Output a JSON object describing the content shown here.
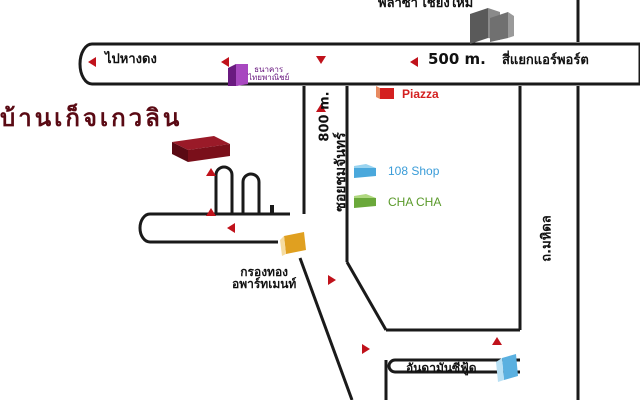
{
  "roads": {
    "to_airport_label": "สี่แยกแอร์พอร์ต",
    "to_airport_distance": "500 m.",
    "to_hangdong_label": "ไปหางดง",
    "soi_label": "ซอยชมจันทร์",
    "soi_distance": "800 m.",
    "mahidol_label": "ถ.มหิดล"
  },
  "landmarks": {
    "plaza_label": "พลาซ่า เชียงใหม่",
    "bank_label_line1": "ธนาคาร",
    "bank_label_line2": "ไทยพาณิชย์",
    "destination_label": "บ้านเก็จเกวลิน",
    "krungthong_line1": "กรองทอง",
    "krungthong_line2": "อพาร์ทเมนท์",
    "piazza_label": "Piazza",
    "shop108_label": "108 Shop",
    "chacha_label": "CHA CHA",
    "seafood_label": "อันดามันซีฟู้ด"
  },
  "colors": {
    "road_stroke": "#1a1a1a",
    "arrow": "#c0121b",
    "destination": "#7a0f1a",
    "bank": "#8a2a9c",
    "piazza": "#d42020",
    "shop108": "#4aa8dc",
    "chacha": "#6aa83a",
    "krungthong": "#e0a020",
    "seafood": "#5ab0e0",
    "plaza": "#707070"
  }
}
